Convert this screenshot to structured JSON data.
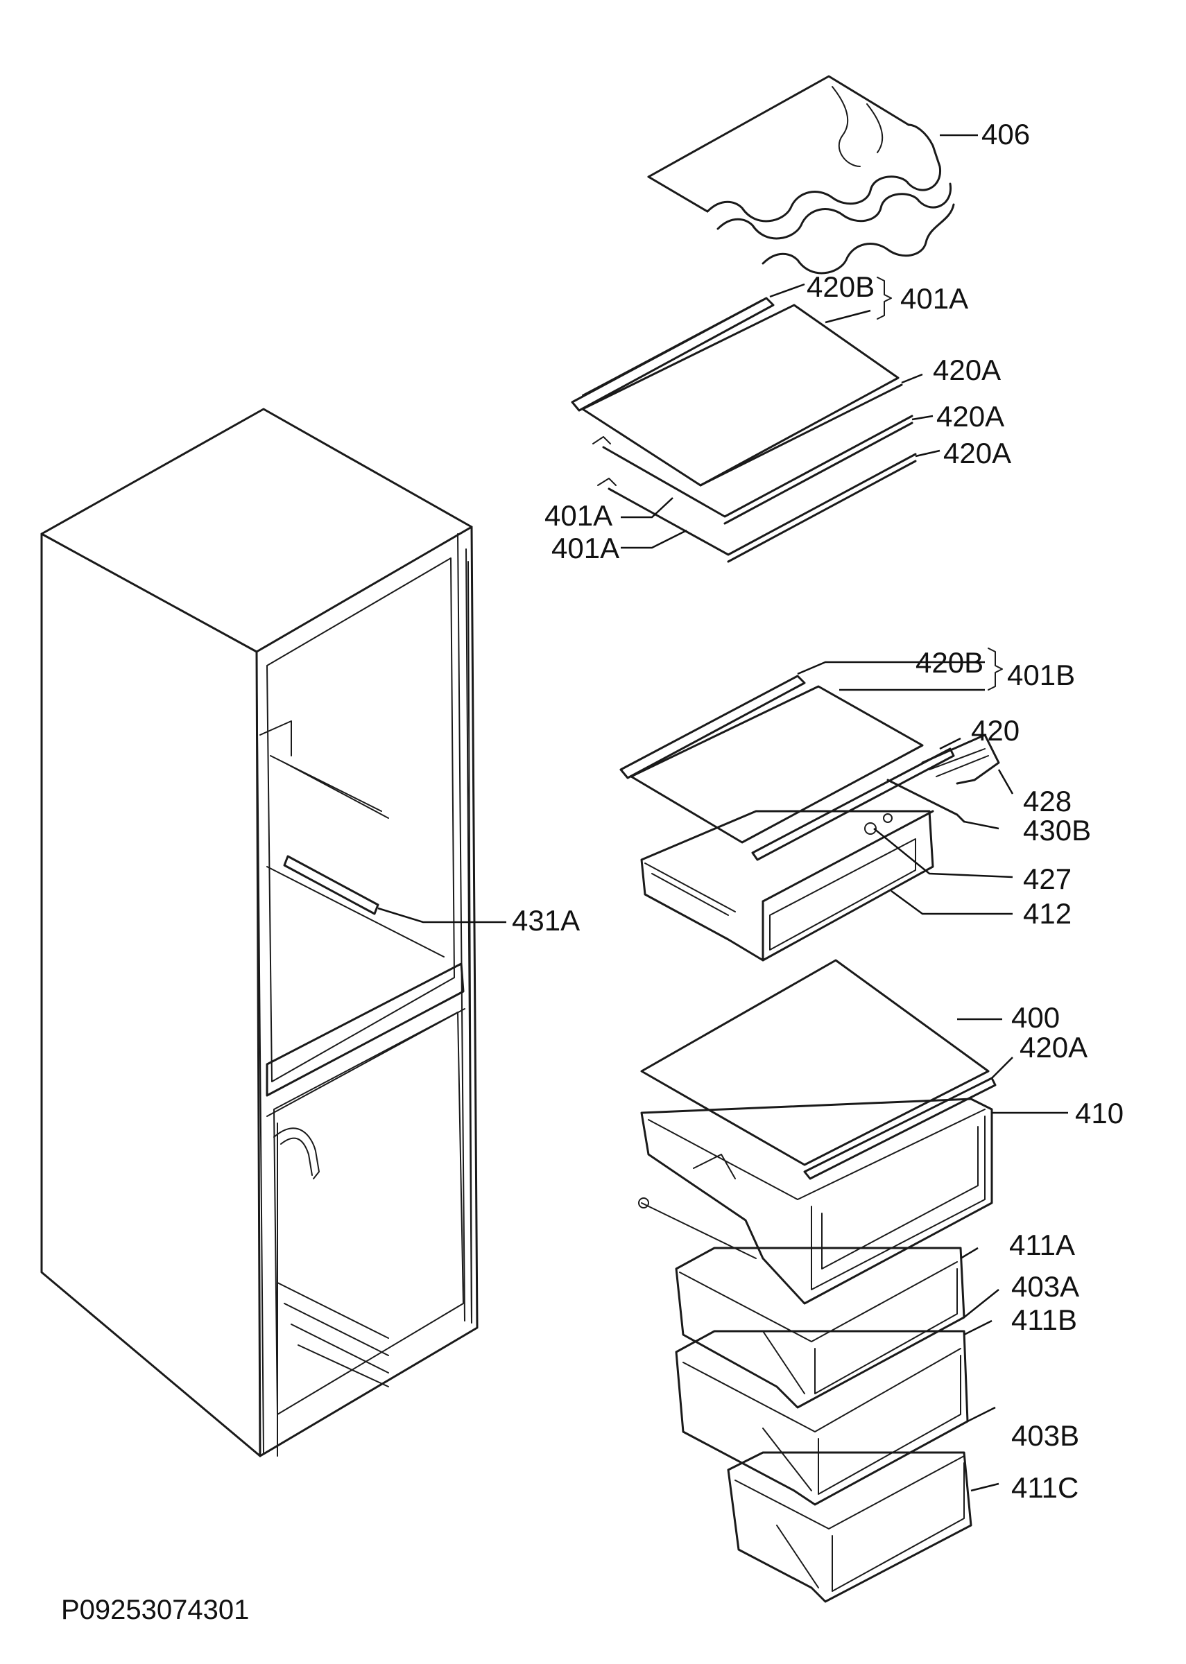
{
  "document_id": "P09253074301",
  "callouts": {
    "p406": "406",
    "p420B_a": "420B",
    "p401A_group": "401A",
    "p420A_1": "420A",
    "p420A_2": "420A",
    "p420A_3": "420A",
    "p401A_1": "401A",
    "p401A_2": "401A",
    "p420B_b": "420B",
    "p401B_group": "401B",
    "p420": "420",
    "p428": "428",
    "p430B": "430B",
    "p427": "427",
    "p412": "412",
    "p431A": "431A",
    "p400": "400",
    "p420A_4": "420A",
    "p410": "410",
    "p411A": "411A",
    "p403A": "403A",
    "p411B": "411B",
    "p403B": "403B",
    "p411C": "411C"
  }
}
